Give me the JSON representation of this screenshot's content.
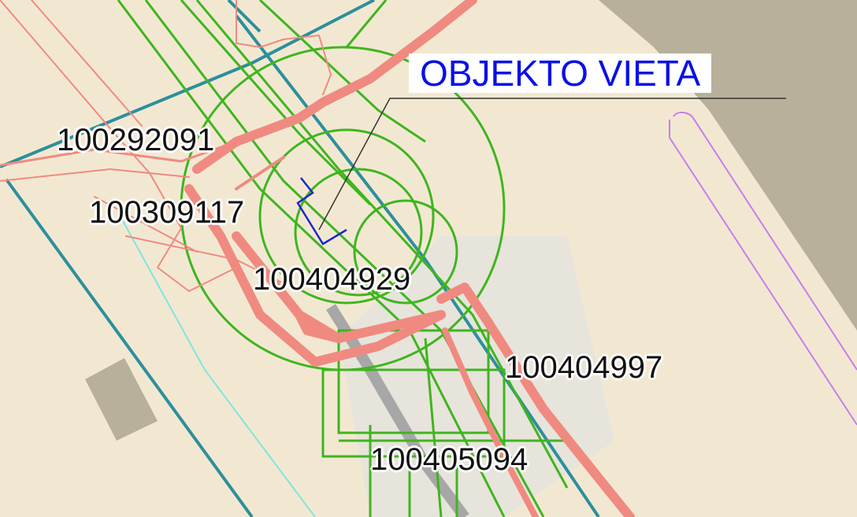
{
  "map": {
    "colors": {
      "background": "#f2e8d2",
      "built_area": "#b8b09a",
      "paved_area": "#e6e3dc",
      "road_core": "#a7a7a7",
      "boundary": "#2c8f9c",
      "gas_pipe": "#f08a80",
      "water_pipe": "#3fb51f",
      "contour": "#c87ee8",
      "thin_line": "#7fe6dd",
      "marker": "#1f28c8",
      "callout_text": "#0a10e6"
    },
    "callout": {
      "text": "OBJEKTO VIETA"
    },
    "parcels": [
      {
        "id": "100292091"
      },
      {
        "id": "100309117"
      },
      {
        "id": "100404929"
      },
      {
        "id": "100404997"
      },
      {
        "id": "100405094"
      }
    ]
  }
}
